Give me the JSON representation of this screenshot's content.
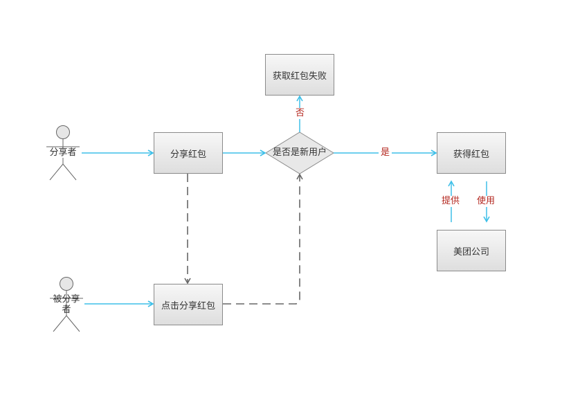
{
  "actors": {
    "sharer": "分享者",
    "receiver": "被分享者"
  },
  "nodes": {
    "share_packet": "分享红包",
    "click_share_packet": "点击分享红包",
    "is_new_user": "是否是新用户",
    "get_packet_fail": "获取红包失败",
    "get_packet": "获得红包",
    "meituan": "美团公司"
  },
  "edges": {
    "no": "否",
    "yes": "是",
    "provide": "提供",
    "use": "使用"
  },
  "colors": {
    "flow_line": "#3dbfe8",
    "dashed_line": "#666666",
    "edge_label": "#b3261e",
    "box_border": "#8a8a8a"
  }
}
